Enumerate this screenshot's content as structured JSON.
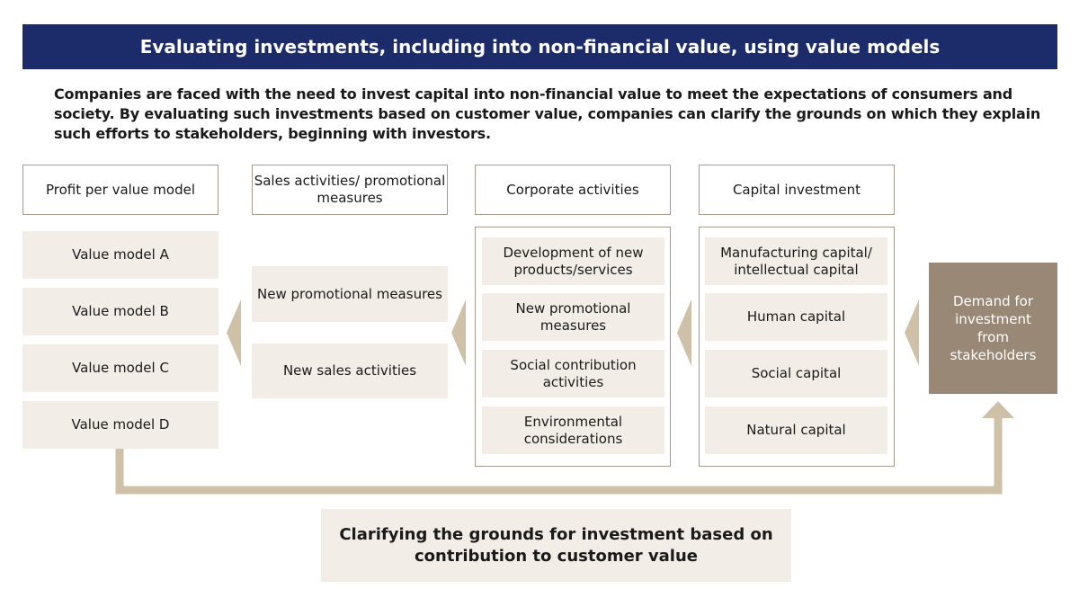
{
  "title": "Evaluating investments, including into non-financial value, using value models",
  "intro": "Companies are faced with the need to invest capital into non-financial value to meet the expectations of consumers and society. By evaluating such investments based on customer value, companies can clarify the grounds on which they explain such efforts to stakeholders, beginning with investors.",
  "columns": [
    {
      "header": "Profit per value model",
      "items": [
        "Value model A",
        "Value model B",
        "Value model C",
        "Value model D"
      ]
    },
    {
      "header": "Sales activities/ promotional measures",
      "items": [
        "New promotional measures",
        "New sales activities"
      ]
    },
    {
      "header": "Corporate activities",
      "items": [
        "Development of new products/services",
        "New promotional measures",
        "Social contribution activities",
        "Environmental considerations"
      ]
    },
    {
      "header": "Capital investment",
      "items": [
        "Manufacturing capital/ intellectual capital",
        "Human capital",
        "Social capital",
        "Natural capital"
      ]
    }
  ],
  "demand": "Demand for investment from stakeholders",
  "bottom": "Clarifying the grounds for investment based on contribution to customer value",
  "colors": {
    "navy": "#1c2c6b",
    "beige": "#f2ede6",
    "arrow": "#cfc1a8",
    "brown": "#9a8877"
  }
}
